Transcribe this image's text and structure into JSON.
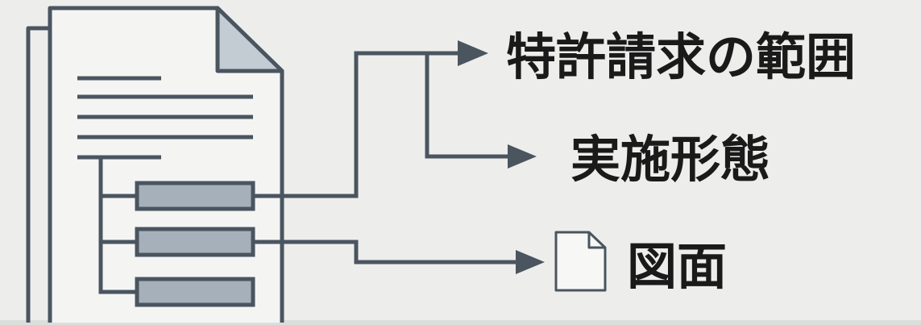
{
  "diagram": {
    "labels": {
      "claims": "特許請求の範囲",
      "embodiments": "実施形態",
      "drawings": "図面"
    },
    "icons": {
      "main": "document-icon",
      "drawings": "page-icon"
    },
    "colors": {
      "background": "#edeeeb",
      "stroke": "#4a5560",
      "block_fill": "#a6b0ba",
      "fold_fill": "#c4ccd3",
      "text": "#1a1a1a"
    }
  }
}
